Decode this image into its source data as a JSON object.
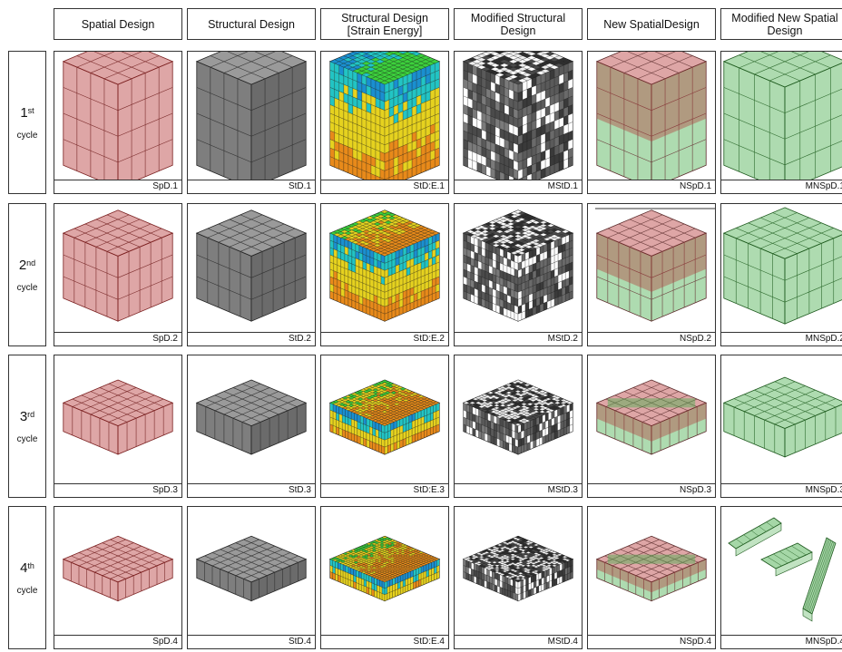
{
  "columns": [
    {
      "title": "Spatial Design",
      "key": "spatial"
    },
    {
      "title": "Structural Design",
      "key": "structural"
    },
    {
      "title": "Structural Design\n[Strain Energy]",
      "key": "strain"
    },
    {
      "title": "Modified Structural\nDesign",
      "key": "modified"
    },
    {
      "title": "New SpatialDesign",
      "key": "newspatial"
    },
    {
      "title": "Modified New Spatial\nDesign",
      "key": "modnewspatial"
    }
  ],
  "rows": [
    {
      "number": "1",
      "suffix": "st",
      "label": "cycle",
      "aspect": 1.0,
      "grid": 4,
      "captions": [
        "SpD.1",
        "StD.1",
        "StD:E.1",
        "MStD.1",
        "NSpD.1",
        "MNSpD.1"
      ]
    },
    {
      "number": "2",
      "suffix": "nd",
      "label": "cycle",
      "aspect": 0.6,
      "grid": 5,
      "captions": [
        "SpD.2",
        "StD.2",
        "StD:E.2",
        "MStD.2",
        "NSpD.2",
        "MNSpD.2"
      ]
    },
    {
      "number": "3",
      "suffix": "rd",
      "label": "cycle",
      "aspect": 0.22,
      "grid": 6,
      "captions": [
        "SpD.3",
        "StD.3",
        "StD:E.3",
        "MStD.3",
        "NSpD.3",
        "MNSpD.3"
      ]
    },
    {
      "number": "4",
      "suffix": "th",
      "label": "cycle",
      "aspect": 0.12,
      "grid": 7,
      "captions": [
        "SpD.4",
        "StD.4",
        "StD:E.4",
        "MStD.4",
        "NSpD.4",
        "MNSpD.4"
      ]
    }
  ],
  "colors": {
    "spatial_red": "#b53a3a",
    "spatial_green": "#4caf50",
    "structural_grey": "#7b7b7b",
    "strain_blue": "#1a8fd0",
    "strain_cyan": "#22c4c4",
    "strain_green": "#3ccf3c",
    "strain_yellow": "#e6d21f",
    "strain_orange": "#e88a1a",
    "modified_dark": "#3c3c3c"
  }
}
